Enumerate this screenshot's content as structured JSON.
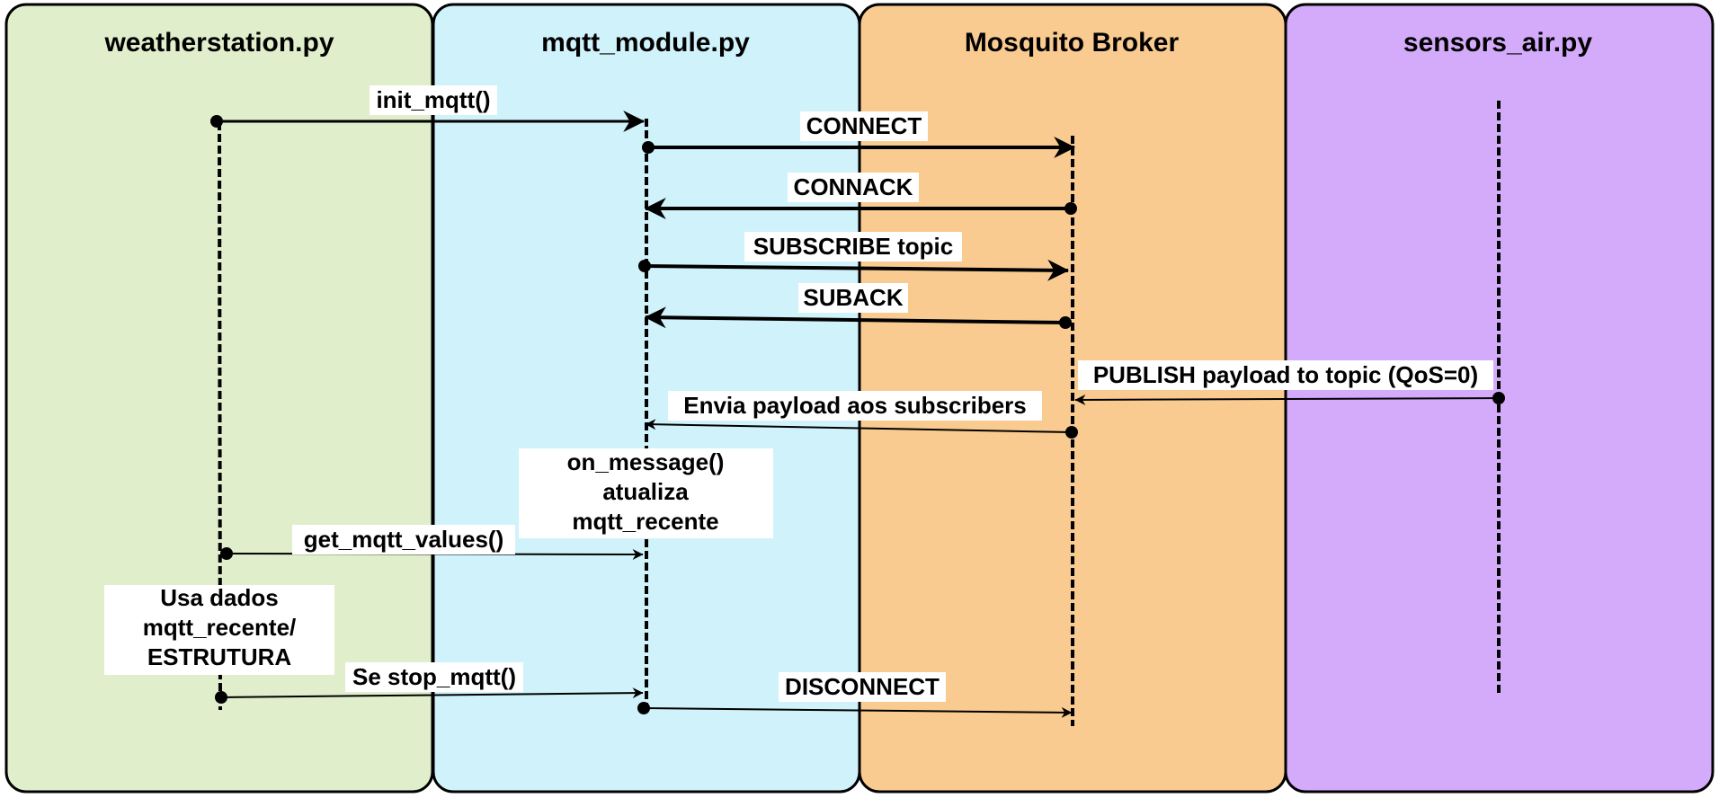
{
  "lanes": [
    {
      "title": "weatherstation.py",
      "color": "#e0eecb"
    },
    {
      "title": "mqtt_module.py",
      "color": "#d0f2fb"
    },
    {
      "title": "Mosquito Broker",
      "color": "#f9cb90"
    },
    {
      "title": "sensors_air.py",
      "color": "#d4aafa"
    }
  ],
  "messages": {
    "init_mqtt": "init_mqtt()",
    "connect": "CONNECT",
    "connack": "CONNACK",
    "subscribe": "SUBSCRIBE topic",
    "suback": "SUBACK",
    "publish": "PUBLISH payload to topic (QoS=0)",
    "envia": "Envia payload aos subscribers",
    "get_values": "get_mqtt_values()",
    "stop": "Se stop_mqtt()",
    "disconnect": "DISCONNECT"
  },
  "notes": {
    "on_message": [
      "on_message()",
      "atualiza",
      "mqtt_recente"
    ],
    "usa_dados": [
      "Usa dados",
      "mqtt_recente/",
      "ESTRUTURA"
    ]
  }
}
